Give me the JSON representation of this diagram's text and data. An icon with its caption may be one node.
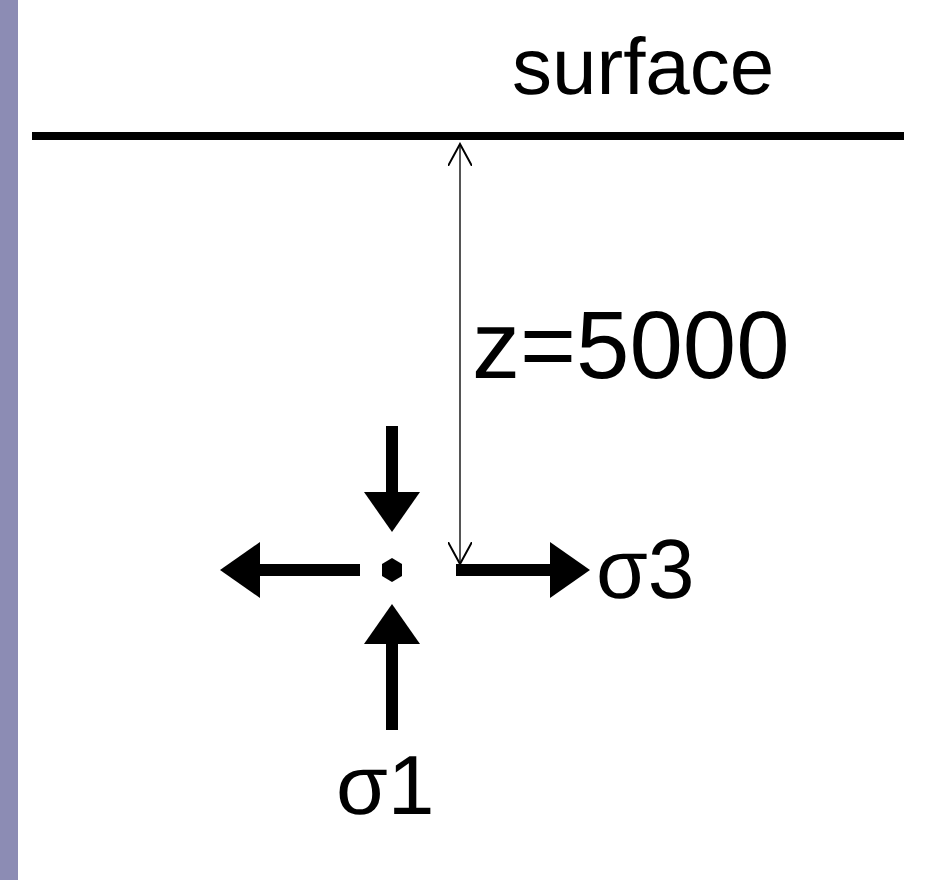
{
  "diagram": {
    "labels": [
      "surface",
      "z=5000",
      "σ3",
      "σ1"
    ]
  }
}
